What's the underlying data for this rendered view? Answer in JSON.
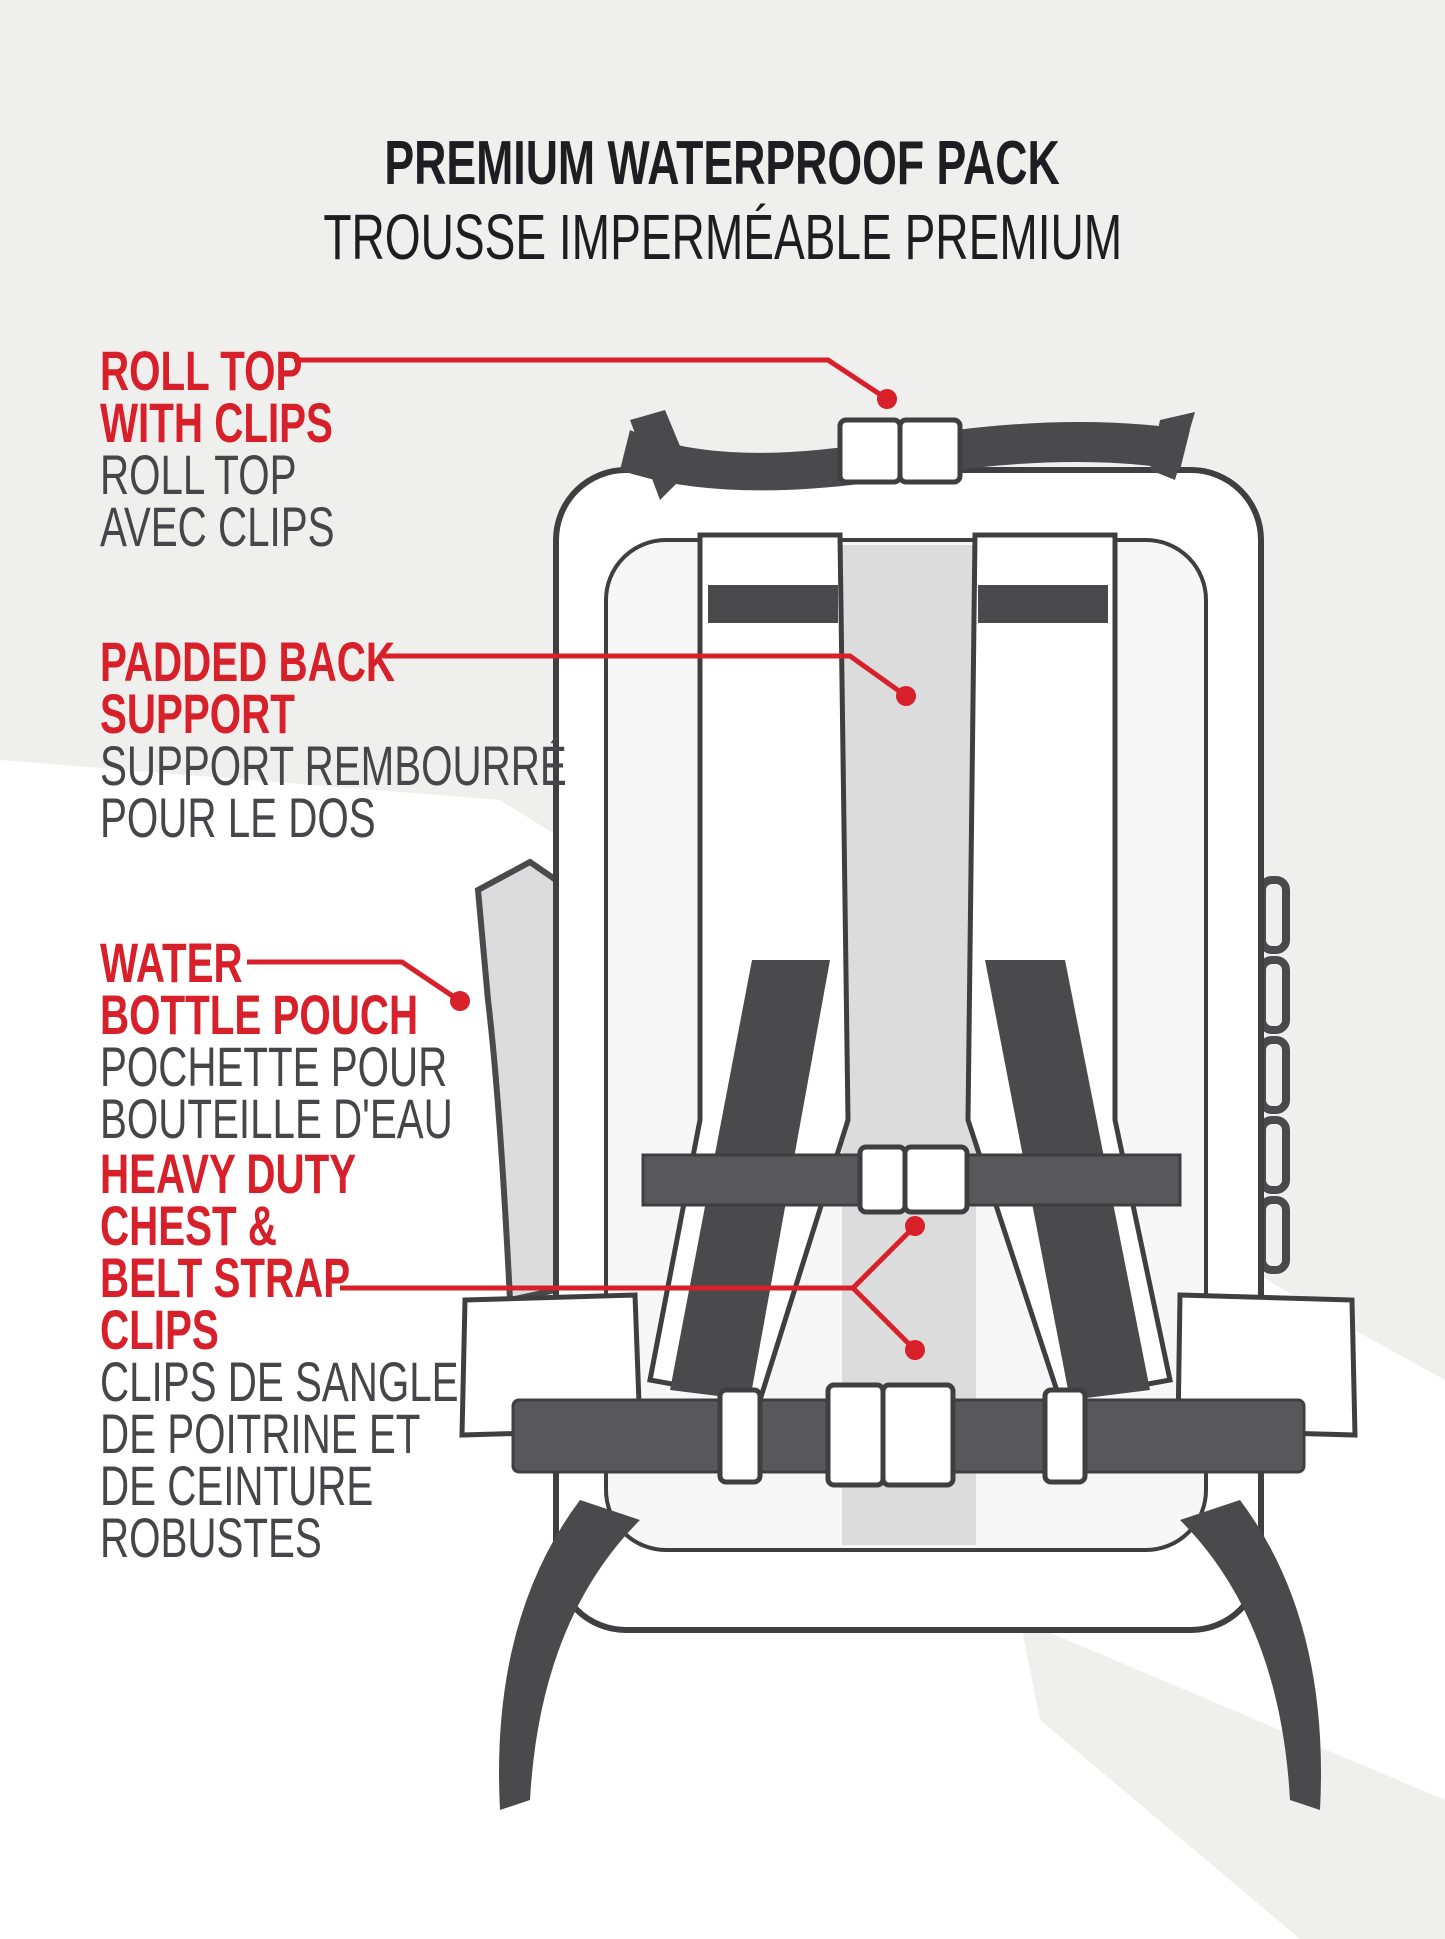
{
  "title": {
    "en": "PREMIUM WATERPROOF PACK",
    "fr": "TROUSSE IMPERMÉABLE PREMIUM"
  },
  "features": [
    {
      "en": [
        "ROLL TOP",
        "WITH CLIPS"
      ],
      "fr": [
        "ROLL TOP",
        "AVEC CLIPS"
      ]
    },
    {
      "en": [
        "PADDED BACK",
        "SUPPORT"
      ],
      "fr": [
        "SUPPORT REMBOURRÉ",
        "POUR LE DOS"
      ]
    },
    {
      "en": [
        "WATER",
        "BOTTLE POUCH"
      ],
      "fr": [
        "POCHETTE POUR",
        "BOUTEILLE D'EAU"
      ]
    },
    {
      "en": [
        "HEAVY DUTY",
        "CHEST &",
        "BELT STRAP",
        "CLIPS"
      ],
      "fr": [
        "CLIPS DE SANGLE",
        "DE POITRINE ET",
        "DE CEINTURE",
        "ROBUSTES"
      ]
    }
  ],
  "colors": {
    "accent": "#d7202a",
    "dark": "#46464a",
    "strap": "#4a4a4d"
  }
}
